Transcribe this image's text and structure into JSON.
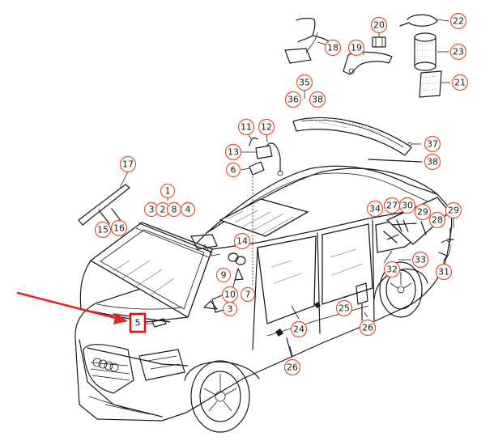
{
  "callouts": {
    "c1": "1",
    "c2": "2",
    "c3a": "3",
    "c3b": "3",
    "c4": "4",
    "c5": "5",
    "c6": "6",
    "c7": "7",
    "c8": "8",
    "c9": "9",
    "c10": "10",
    "c11": "11",
    "c12": "12",
    "c13": "13",
    "c14": "14",
    "c15": "15",
    "c16": "16",
    "c17": "17",
    "c18": "18",
    "c19": "19",
    "c20": "20",
    "c21": "21",
    "c22": "22",
    "c23": "23",
    "c24": "24",
    "c25": "25",
    "c26a": "26",
    "c26b": "26",
    "c27": "27",
    "c28": "28",
    "c29a": "29",
    "c29b": "29",
    "c30": "30",
    "c31": "31",
    "c32": "32",
    "c33": "33",
    "c34": "34",
    "c35": "35",
    "c36": "36",
    "c37": "37",
    "c38": "38"
  },
  "highlight": {
    "color": "#dd1111",
    "target": "5"
  },
  "colors": {
    "callout_ring": "#e2522b",
    "arrow": "#e8231f",
    "line": "#1a1a1a"
  }
}
